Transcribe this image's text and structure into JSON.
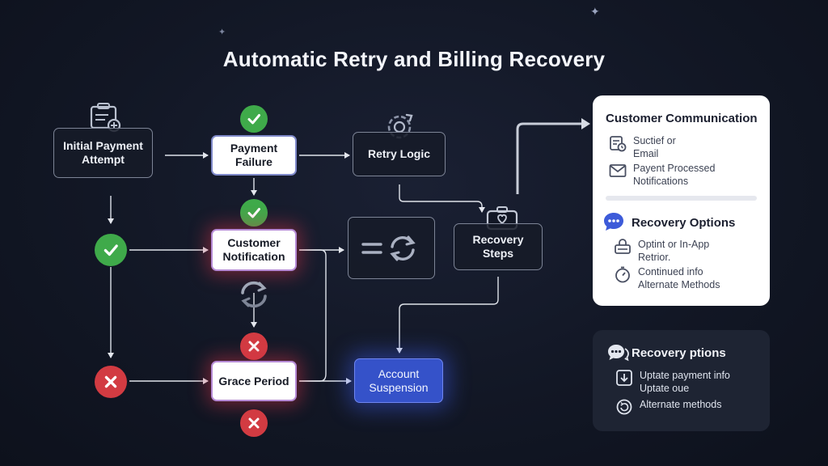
{
  "title": "Automatic Retry and Billing Recovery",
  "nodes": {
    "initial_payment": "Initial Payment Attempt",
    "payment_failure": "Payment Failure",
    "retry_logic": "Retry Logic",
    "customer_notification": "Customer Notification",
    "recovery_steps": "Recovery Steps",
    "grace_period": "Grace Period",
    "account_suspension": "Account Suspension"
  },
  "cards": {
    "communication": {
      "title": "Customer Communication",
      "items": [
        {
          "icon": "invoice-clock-icon",
          "text_1": "Suctief or",
          "text_2": "Email"
        },
        {
          "icon": "envelope-icon",
          "text_1": "Payent Processed",
          "text_2": "Notifications"
        }
      ],
      "sub_title": "Recovery Options",
      "sub_icon": "chat-bubble-icon",
      "sub_items": [
        {
          "icon": "lock-card-icon",
          "text_1": "Optint or In-App",
          "text_2": "Retrior."
        },
        {
          "icon": "stopwatch-icon",
          "text_1": "Continued info",
          "text_2": "Alternate Methods"
        }
      ]
    },
    "recovery": {
      "title": "Recovery ptions",
      "icon": "chat-bubbles-icon",
      "items": [
        {
          "icon": "download-box-icon",
          "text_1": "Uptate payment info",
          "text_2": "Uptate oue"
        },
        {
          "icon": "refresh-circle-icon",
          "text_1": "Alternate methods",
          "text_2": ""
        }
      ]
    }
  },
  "colors": {
    "success": "#3faa4a",
    "error": "#d23b42",
    "accent_blue": "#3552c9",
    "line": "#d9dde6"
  }
}
